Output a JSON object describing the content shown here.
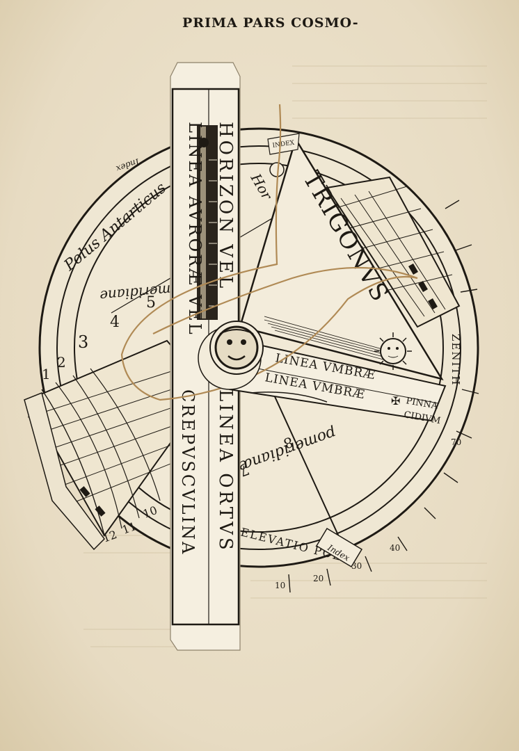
{
  "header": {
    "running_title": "PRIMA PARS COSMO-"
  },
  "volvelle": {
    "strip_top": "HORIZON VEL",
    "strip_bottom": "LINEA ORTVS",
    "strip_left_top": "LINEA AVRORÆ VEL",
    "strip_left_bottom": "CREPVSCVLINA",
    "trigonus_title": "TRIGONVS",
    "umbrae_1": "LINEA VMBRÆ",
    "umbrae_2": "LINEA VMBRÆ",
    "pinnacidium_1": "PINNA",
    "pinnacidium_2": "CIDIVM",
    "zenith": "ZENITH",
    "elevatio": "ELEVATIO POLI",
    "index_top": "INDEX",
    "index_bottom": "Index",
    "polus": "Polus Antarticus",
    "meridiane": "meridiane",
    "pomeridiane": "pomeridianæ",
    "hor": "Hor",
    "index_left": "Index",
    "hour_numbers": [
      "1",
      "2",
      "3",
      "4",
      "5",
      "10",
      "11",
      "12",
      "7",
      "8"
    ]
  }
}
